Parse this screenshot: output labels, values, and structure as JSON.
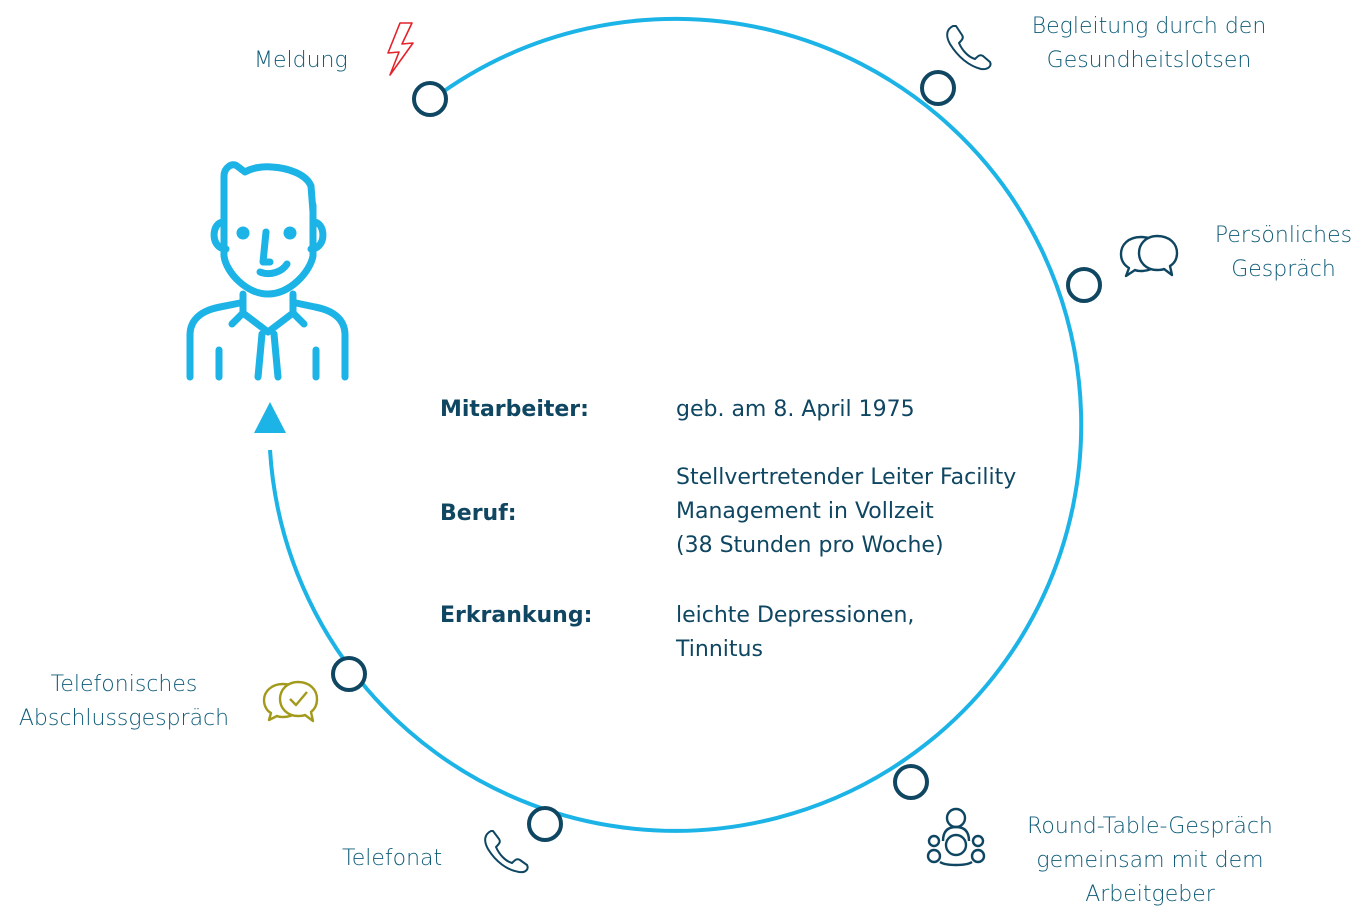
{
  "colors": {
    "circle": "#1cb3e6",
    "node_stroke": "#0f4662",
    "label_text": "#0f5b78",
    "meldung_icon": "#e4222b",
    "telefon_icon": "#0f4662",
    "abschluss_icon": "#a39a1c",
    "person_icon": "#1cb3e6"
  },
  "steps": {
    "meldung": {
      "label": "Meldung",
      "icon": "lightning-icon"
    },
    "begleitung": {
      "lines": [
        "Begleitung durch den",
        "Gesundheitslotsen"
      ],
      "icon": "phone-icon"
    },
    "persoenlich": {
      "lines": [
        "Persönliches",
        "Gespräch"
      ],
      "icon": "speech-bubbles-icon"
    },
    "roundtable": {
      "lines": [
        "Round-Table-Gespräch",
        "gemeinsam mit dem",
        "Arbeitgeber"
      ],
      "icon": "team-icon"
    },
    "telefonat": {
      "label": "Telefonat",
      "icon": "phone-icon"
    },
    "abschluss": {
      "lines": [
        "Telefonisches",
        "Abschlussgespräch"
      ],
      "icon": "speech-bubbles-check-icon"
    }
  },
  "profile": {
    "mitarbeiter": {
      "key": "Mitarbeiter:",
      "value": "geb. am 8. April 1975"
    },
    "beruf": {
      "key": "Beruf:",
      "lines": [
        "Stellvertretender Leiter Facility",
        "Management in Vollzeit",
        "(38 Stunden pro Woche)"
      ]
    },
    "erkrankung": {
      "key": "Erkrankung:",
      "lines": [
        "leichte Depressionen,",
        "Tinnitus"
      ]
    }
  }
}
